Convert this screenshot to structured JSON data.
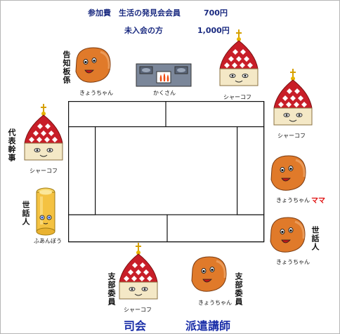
{
  "fees": {
    "line1": {
      "label": "参加費　生活の発見会会員",
      "amount": "700円"
    },
    "line2": {
      "label": "未入会の方",
      "amount": "1,000円"
    }
  },
  "roles": {
    "reception": "告知板係",
    "representative": "代表幹事",
    "caretaker_left": "世話人",
    "caretaker_right": "世話人",
    "branch_left": "支部委員",
    "branch_right": "支部委員"
  },
  "labels": {
    "mama": "ママ"
  },
  "characters": {
    "kyochan": "きょうちゃん",
    "shakov": "シャーコフ",
    "kakusan": "かくさん",
    "fuanbo": "ふあんぼう"
  },
  "bottom": {
    "host": "司会",
    "lecturer": "派遣講師"
  },
  "colors": {
    "fee_text": "#1a2a80",
    "bottom_text": "#1a2ea8",
    "mama_text": "#e01010",
    "kyochan_body": "#e07a2a",
    "dome_red": "#c81e28",
    "candle": "#f4c242"
  }
}
